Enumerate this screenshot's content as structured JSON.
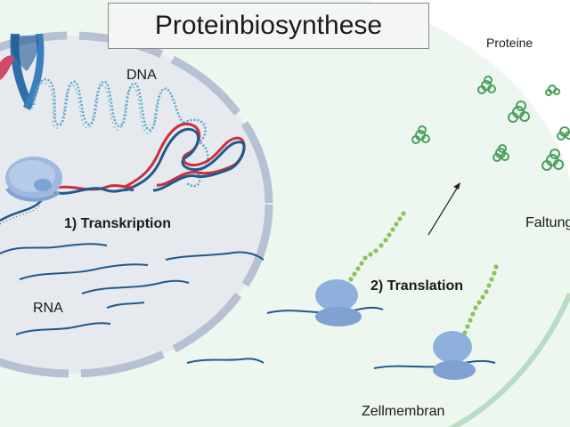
{
  "title": "Proteinbiosynthese",
  "labels": {
    "dna": "DNA",
    "transcription": "1) Transkription",
    "rna": "RNA",
    "translation": "2) Translation",
    "proteins": "Proteine",
    "folding": "Faltung",
    "membrane": "Zellmembran"
  },
  "colors": {
    "nucleus_fill": "#e6e9ee",
    "nuclear_envelope": "#b7c1d3",
    "cytoplasm_fill": "#eef6f0",
    "cell_membrane": "#b9dcc5",
    "rna_strand": "#1e5a8c",
    "dna_red": "#cc2e3a",
    "dna_blue": "#1e5a8c",
    "enzyme": "#9eb9e0",
    "peptide_chain": "#8fc25a",
    "protein": "#4aa05a",
    "chromosome": "#2f6ea8",
    "chromosome_pink": "#d04a6a"
  }
}
